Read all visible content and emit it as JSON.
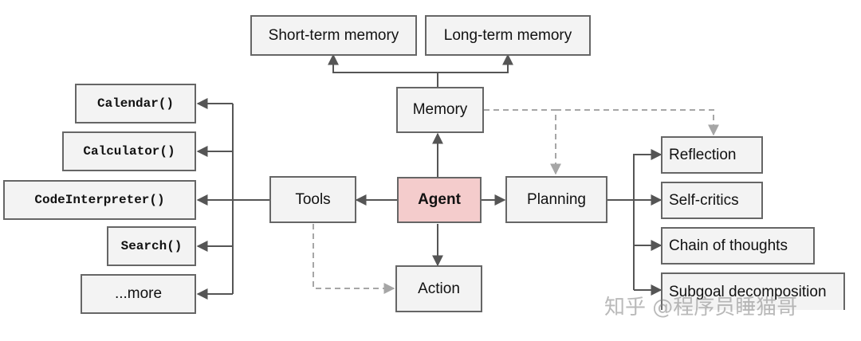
{
  "nodes": {
    "short_term_memory": "Short-term memory",
    "long_term_memory": "Long-term memory",
    "memory": "Memory",
    "calendar": "Calendar()",
    "calculator": "Calculator()",
    "code_interpreter": "CodeInterpreter()",
    "search": "Search()",
    "more": "...more",
    "tools": "Tools",
    "agent": "Agent",
    "planning": "Planning",
    "action": "Action",
    "reflection": "Reflection",
    "self_critics": "Self-critics",
    "chain_of_thoughts": "Chain of thoughts",
    "subgoal_decomposition": "Subgoal decomposition"
  },
  "colors": {
    "agent_fill": "#f4cccc",
    "box_fill": "#f3f3f3",
    "edge": "#555555",
    "dashed_edge": "#a6a6a6"
  },
  "watermark": "知乎 @程序员睡猫哥"
}
